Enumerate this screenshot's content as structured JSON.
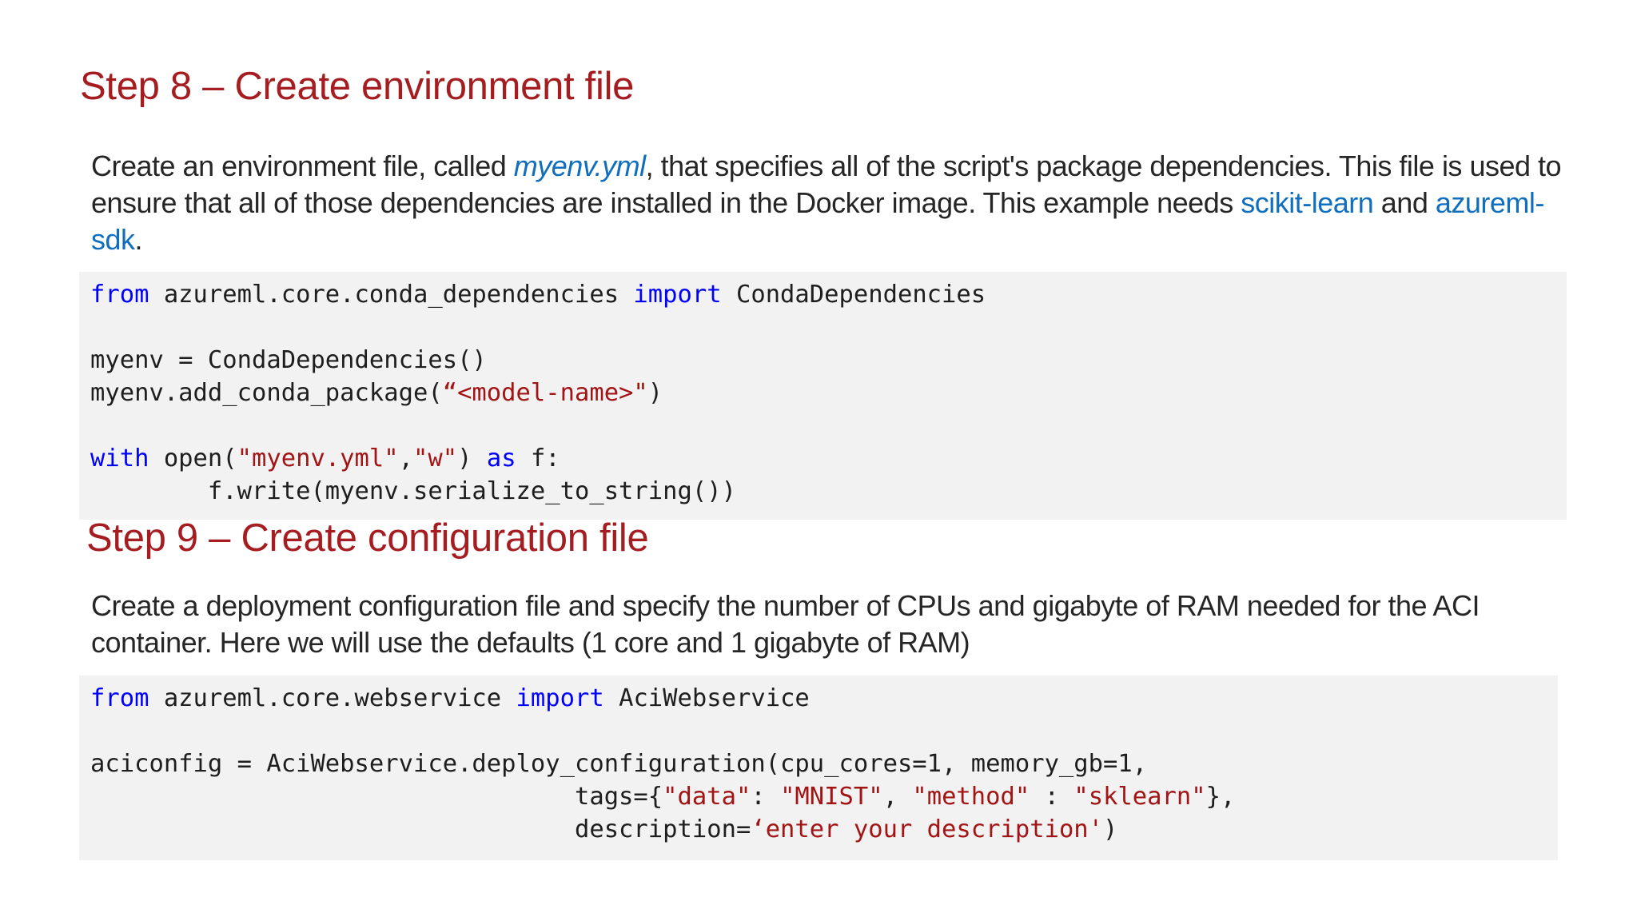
{
  "step8": {
    "title": "Step 8 – Create environment file",
    "description": {
      "seg1": "Create an environment file, called ",
      "filename": "myenv.yml",
      "seg2": ", that specifies all of the script's package dependencies. This file is used to ensure that all of those dependencies are installed in the Docker image. This example needs ",
      "link1": "scikit-learn",
      "seg3": " and ",
      "link2": "azureml-sdk",
      "seg4": "."
    },
    "code": {
      "line1": {
        "kw1": "from",
        "mid": " azureml.core.conda_dependencies ",
        "kw2": "import",
        "end": " CondaDependencies"
      },
      "line2": {
        "text": "myenv = CondaDependencies()"
      },
      "line3": {
        "pre": "myenv.add_conda_package(",
        "str": "“<model-name>\"",
        "post": ")"
      },
      "line4": {
        "kw1": "with",
        "mid1": " open(",
        "str1": "\"myenv.yml\"",
        "comma": ",",
        "str2": "\"w\"",
        "mid2": ") ",
        "kw2": "as",
        "end": " f:"
      },
      "line5": {
        "text": "        f.write(myenv.serialize_to_string())"
      }
    }
  },
  "step9": {
    "title": "Step 9 – Create configuration file",
    "description": "Create a deployment configuration file and specify the number of CPUs and gigabyte of RAM needed for the ACI container. Here we will use the defaults (1 core and 1 gigabyte of RAM)",
    "code": {
      "line1": {
        "kw1": "from",
        "mid": " azureml.core.webservice ",
        "kw2": "import",
        "end": " AciWebservice"
      },
      "line2": {
        "text": "aciconfig = AciWebservice.deploy_configuration(cpu_cores=1, memory_gb=1,"
      },
      "line3": {
        "pre": "                                 tags={",
        "s1": "\"data\"",
        "c1": ": ",
        "s2": "\"MNIST\"",
        "c2": ", ",
        "s3": "\"method\"",
        "c3": " : ",
        "s4": "\"sklearn\"",
        "post": "},"
      },
      "line4": {
        "pre": "                                 description=",
        "str": "‘enter your description'",
        "post": ")"
      }
    }
  }
}
